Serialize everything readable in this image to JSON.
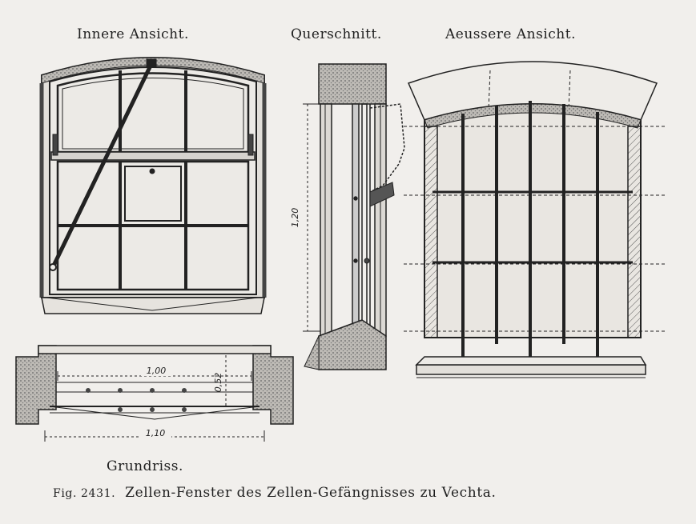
{
  "labels": {
    "inner_view": "Innere Ansicht.",
    "cross_section": "Querschnitt.",
    "outer_view": "Aeussere Ansicht.",
    "plan": "Grundriss."
  },
  "caption": {
    "figure": "Fig. 2431.",
    "title": "Zellen-Fenster des Zellen-Gefängnisses zu Vechta."
  },
  "dimensions": {
    "height": "1,20",
    "inner_width": "1,00",
    "depth": "0,52",
    "outer_width": "1,10"
  }
}
